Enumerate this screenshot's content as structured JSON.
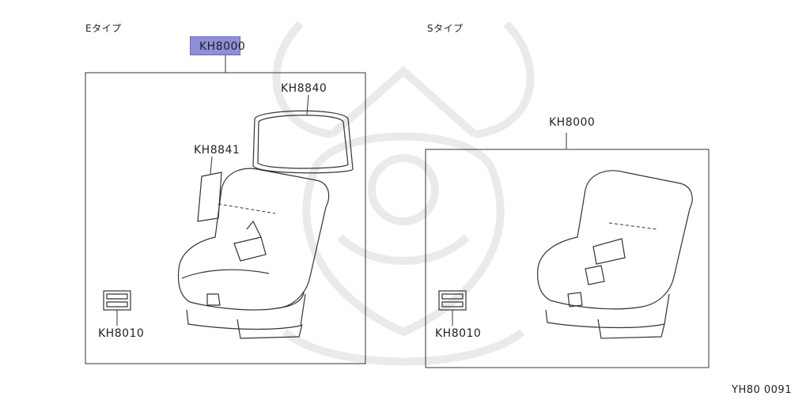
{
  "left_panel": {
    "type_label": "Eタイプ",
    "assembly_part": "KH8000",
    "headrest_part": "KH8840",
    "side_pad_part": "KH8841",
    "buckle_part": "KH8010"
  },
  "right_panel": {
    "type_label": "Sタイプ",
    "assembly_part": "KH8000",
    "buckle_part": "KH8010"
  },
  "diagram_code": "YH80 0091",
  "colors": {
    "highlight": "#8f8fdb",
    "line": "#333333",
    "watermark": "#e6e6e6"
  }
}
